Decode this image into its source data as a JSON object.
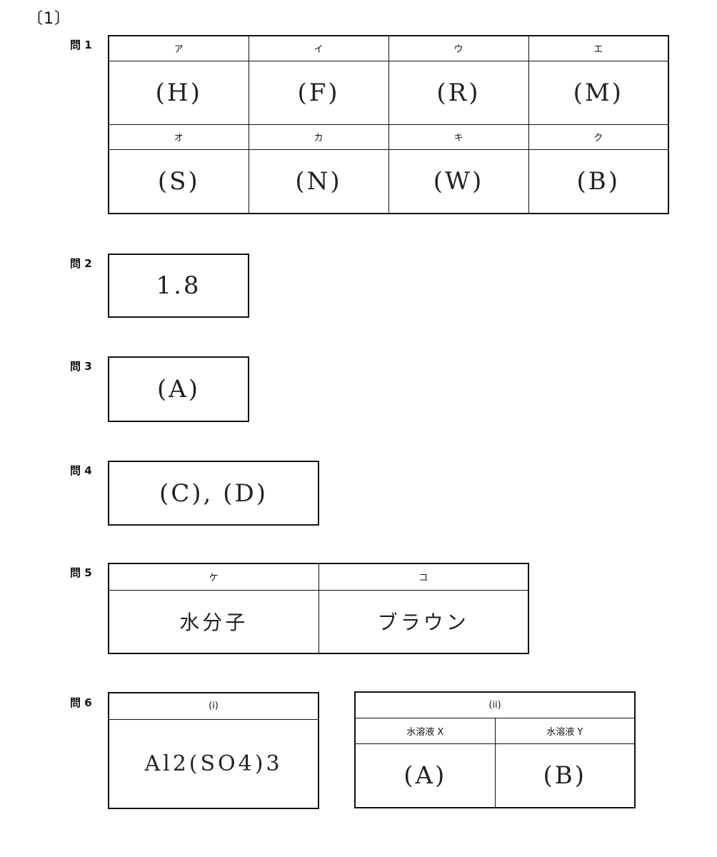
{
  "section": "〔1〕",
  "q1": {
    "label": "問 1",
    "row1_headers": [
      "ア",
      "イ",
      "ウ",
      "エ"
    ],
    "row1_answers": [
      "(H)",
      "(F)",
      "(R)",
      "(M)"
    ],
    "row2_headers": [
      "オ",
      "カ",
      "キ",
      "ク"
    ],
    "row2_answers": [
      "(S)",
      "(N)",
      "(W)",
      "(B)"
    ]
  },
  "q2": {
    "label": "問 2",
    "answer": "1.8"
  },
  "q3": {
    "label": "問 3",
    "answer": "(A)"
  },
  "q4": {
    "label": "問 4",
    "answer": "(C), (D)"
  },
  "q5": {
    "label": "問 5",
    "headers": [
      "ケ",
      "コ"
    ],
    "answers": [
      "水分子",
      "ブラウン"
    ]
  },
  "q6": {
    "label": "問 6",
    "i": {
      "header": "(i)",
      "answer": "Al2(SO4)3"
    },
    "ii": {
      "header": "(ii)",
      "sub_headers": [
        "水溶液 X",
        "水溶液 Y"
      ],
      "answers": [
        "(A)",
        "(B)"
      ]
    }
  }
}
